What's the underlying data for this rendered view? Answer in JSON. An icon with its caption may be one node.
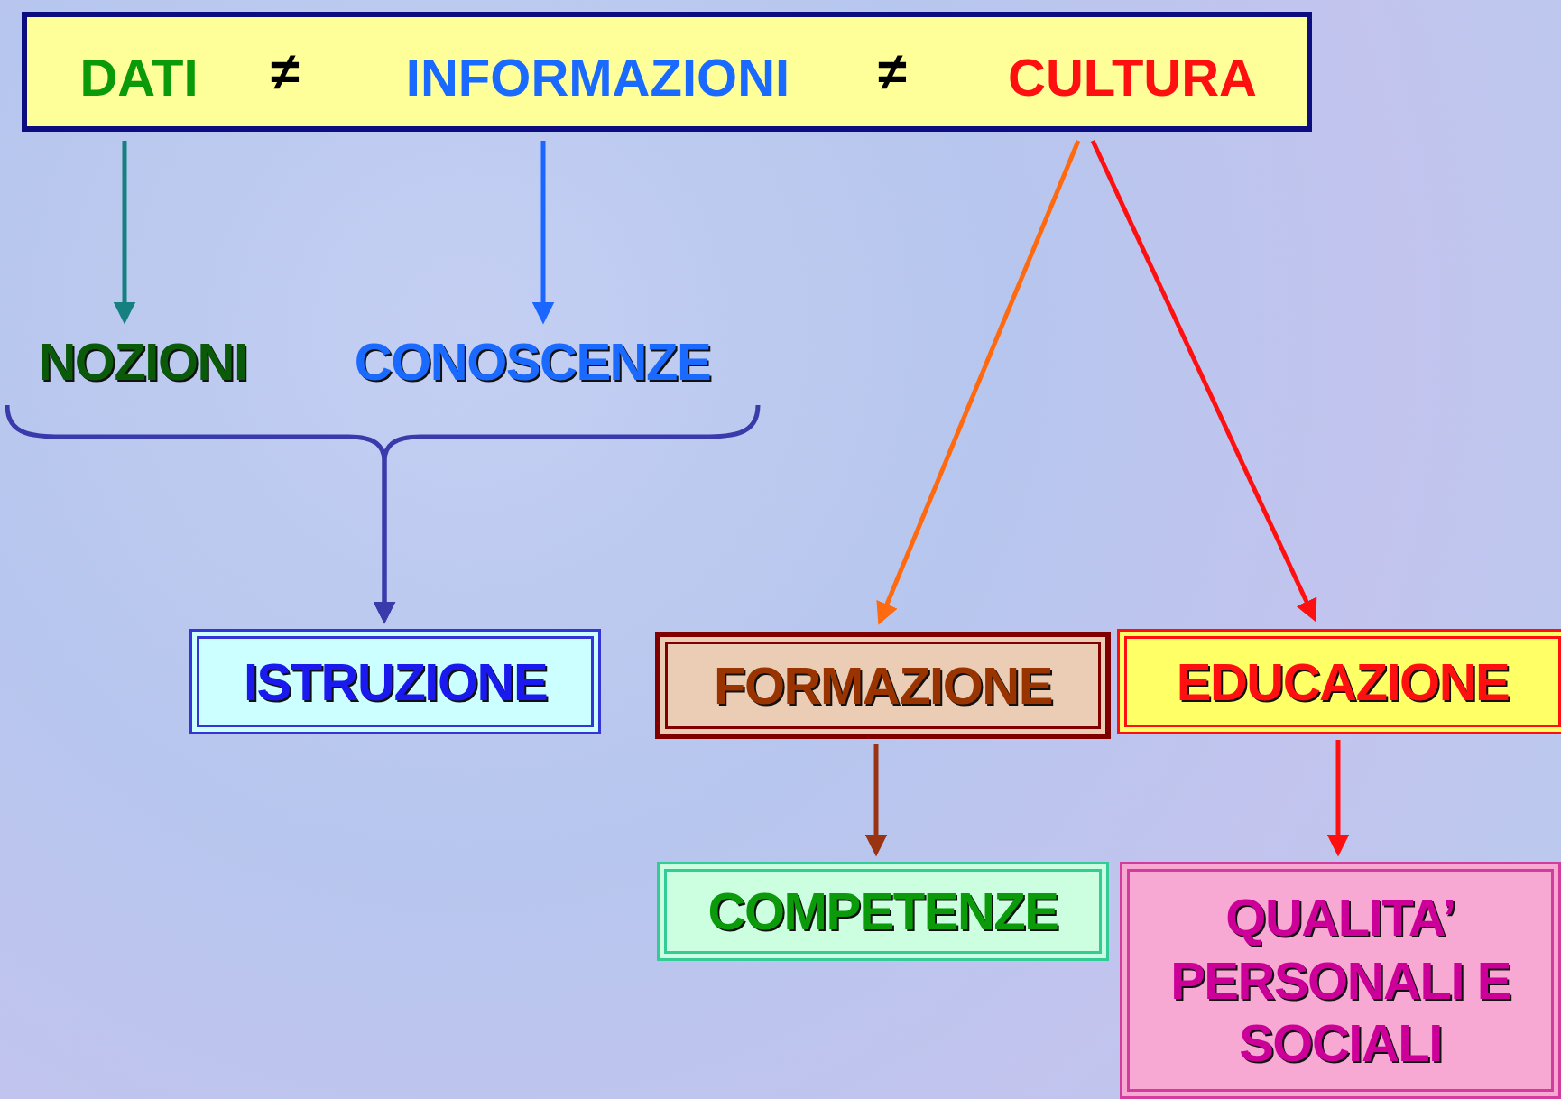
{
  "diagram": {
    "nodes": [
      {
        "text": [],
        "shape": "box"
      },
      {
        "text": [
          "DATI"
        ],
        "in": 0
      },
      {
        "text": [
          "INFORMAZIONI"
        ],
        "in": 0
      },
      {
        "text": [
          "CULTURA"
        ],
        "in": 0
      },
      {
        "text": [
          "NOZIONI"
        ]
      },
      {
        "text": [
          "CONOSCENZE"
        ]
      },
      {
        "text": [
          "ISTRUZIONE"
        ]
      },
      {
        "text": [
          "FORMAZIONE"
        ]
      },
      {
        "text": [
          "EDUCAZIONE"
        ]
      },
      {
        "text": [
          "COMPETENZE"
        ]
      },
      {
        "text": [
          "QUALITA’ PERSONALI E SOCIALI"
        ]
      }
    ],
    "edges": [
      {
        "from": 1,
        "to": 4,
        "arrow": "to",
        "color": "#168080"
      },
      {
        "from": 2,
        "to": 5,
        "arrow": "to",
        "color": "#1a66ff"
      },
      {
        "from": 4,
        "to": 6,
        "arrow": "to",
        "color": "#3a3aaa"
      },
      {
        "from": 5,
        "to": 6,
        "arrow": "to",
        "color": "#3a3aaa"
      },
      {
        "from": 3,
        "to": 7,
        "arrow": "to",
        "color": "#ff6a10"
      },
      {
        "from": 3,
        "to": 8,
        "arrow": "to",
        "color": "#ff1010"
      },
      {
        "from": 7,
        "to": 9,
        "arrow": "to",
        "color": "#993311"
      },
      {
        "from": 8,
        "to": 10,
        "arrow": "to",
        "color": "#ff1010"
      }
    ],
    "labels": [
      "≠",
      "≠"
    ]
  }
}
